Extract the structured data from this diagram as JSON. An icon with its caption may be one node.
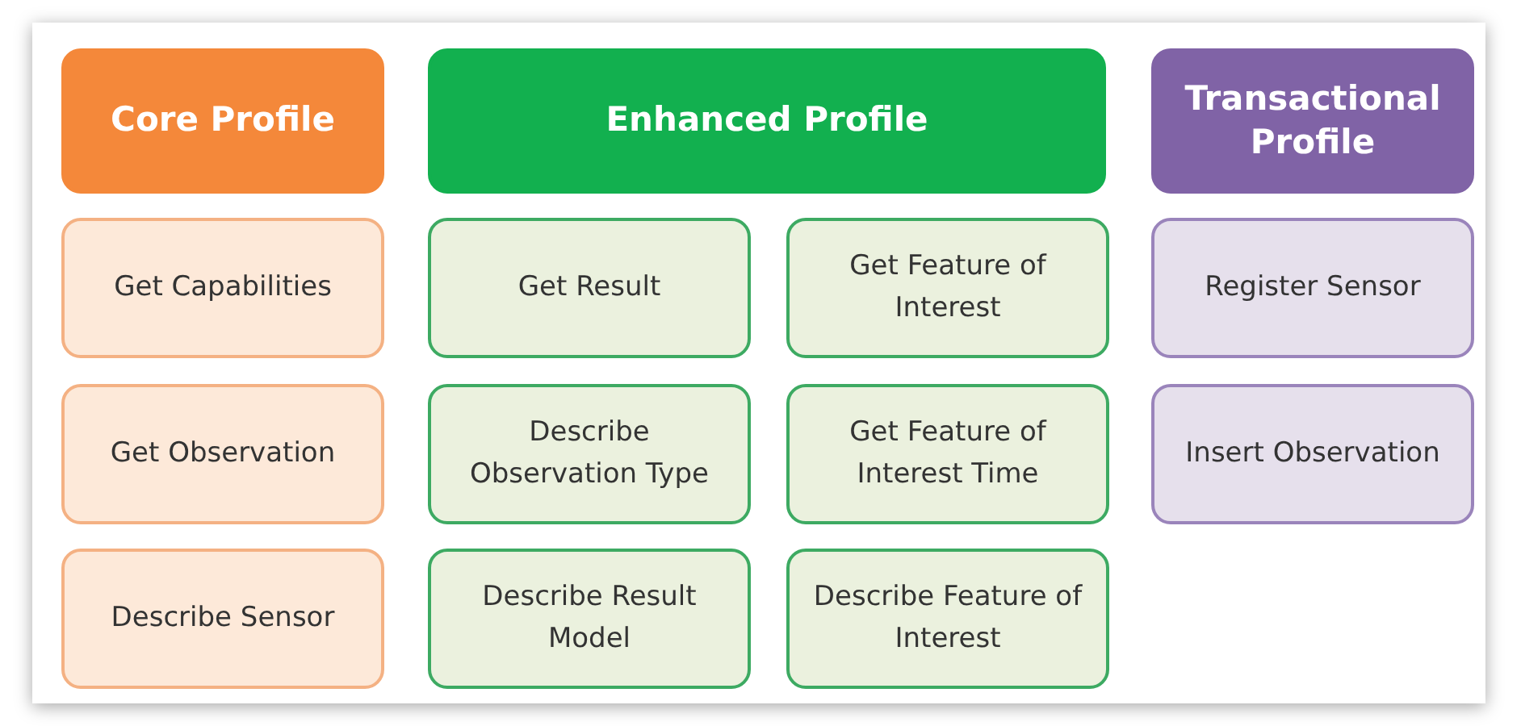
{
  "diagram": {
    "nodes": [
      {
        "text": [
          "Core Profile"
        ]
      },
      {
        "text": [
          "Get Capabilities"
        ]
      },
      {
        "text": [
          "Get Observation"
        ]
      },
      {
        "text": [
          "Describe Sensor"
        ]
      },
      {
        "text": [
          "Enhanced Profile"
        ]
      },
      {
        "text": [
          "Get Result"
        ]
      },
      {
        "text": [
          "Get Feature of Interest"
        ]
      },
      {
        "text": [
          "Describe Observation Type"
        ]
      },
      {
        "text": [
          "Get Feature of Interest Time"
        ]
      },
      {
        "text": [
          "Describe Result Model"
        ]
      },
      {
        "text": [
          "Describe Feature of Interest"
        ]
      },
      {
        "text": [
          "Transactional Profile"
        ]
      },
      {
        "text": [
          "Register Sensor"
        ]
      },
      {
        "text": [
          "Insert Observation"
        ]
      }
    ]
  }
}
